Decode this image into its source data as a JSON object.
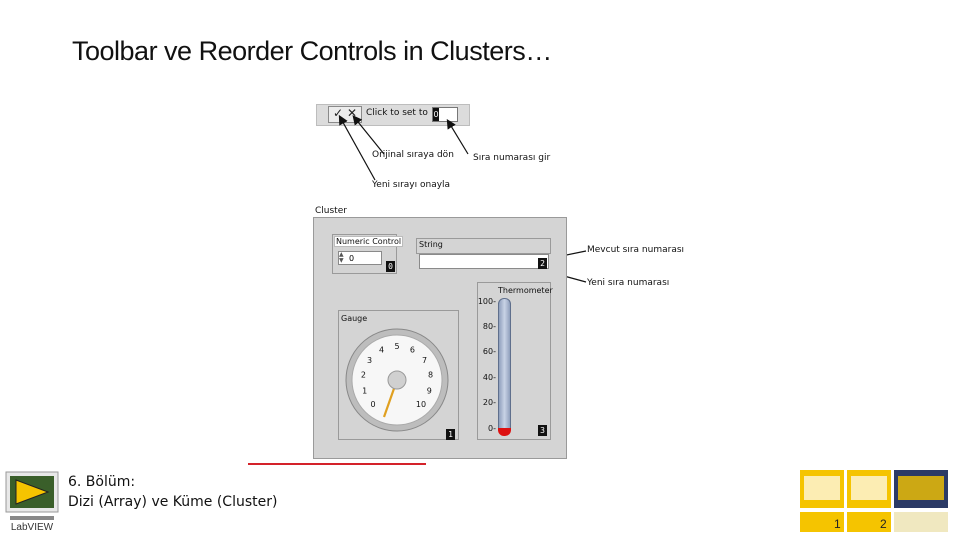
{
  "slide": {
    "title": "Toolbar ve Reorder Controls in Clusters…",
    "chapter_line1": "6. Bölüm:",
    "chapter_line2": "Dizi (Array) ve Küme (Cluster)"
  },
  "toolbar": {
    "confirm_glyph": "✓",
    "revert_glyph": "✕",
    "click_to_set_label": "Click to set to",
    "order_index_value": "0"
  },
  "callouts": {
    "revert": "Orijinal sıraya dön",
    "enter_number": "Sıra numarası gir",
    "confirm": "Yeni sırayı onayla",
    "current_order": "Mevcut sıra numarası",
    "new_order": "Yeni sıra numarası"
  },
  "cluster": {
    "label": "Cluster",
    "numeric_label": "Numeric Control",
    "numeric_value": "0",
    "numeric_order": "0",
    "string_label": "String",
    "string_order": "2",
    "thermometer_label": "Thermometer",
    "thermometer_order": "3",
    "thermometer_ticks": [
      "100-",
      "80-",
      "60-",
      "40-",
      "20-",
      "0-"
    ],
    "gauge_label": "Gauge",
    "gauge_order": "1",
    "gauge_ticks": [
      "0",
      "1",
      "2",
      "3",
      "4",
      "5",
      "6",
      "7",
      "8",
      "9",
      "10"
    ],
    "thermometer_level": 0.0
  },
  "icons": {
    "logo": "labview-logo-icon",
    "books": "labview-books-icon"
  },
  "colors": {
    "accent_red": "#d4222a",
    "panel_gray": "#d4d4d4",
    "thermo_fill": "#d11",
    "needle": "#e0a020"
  }
}
